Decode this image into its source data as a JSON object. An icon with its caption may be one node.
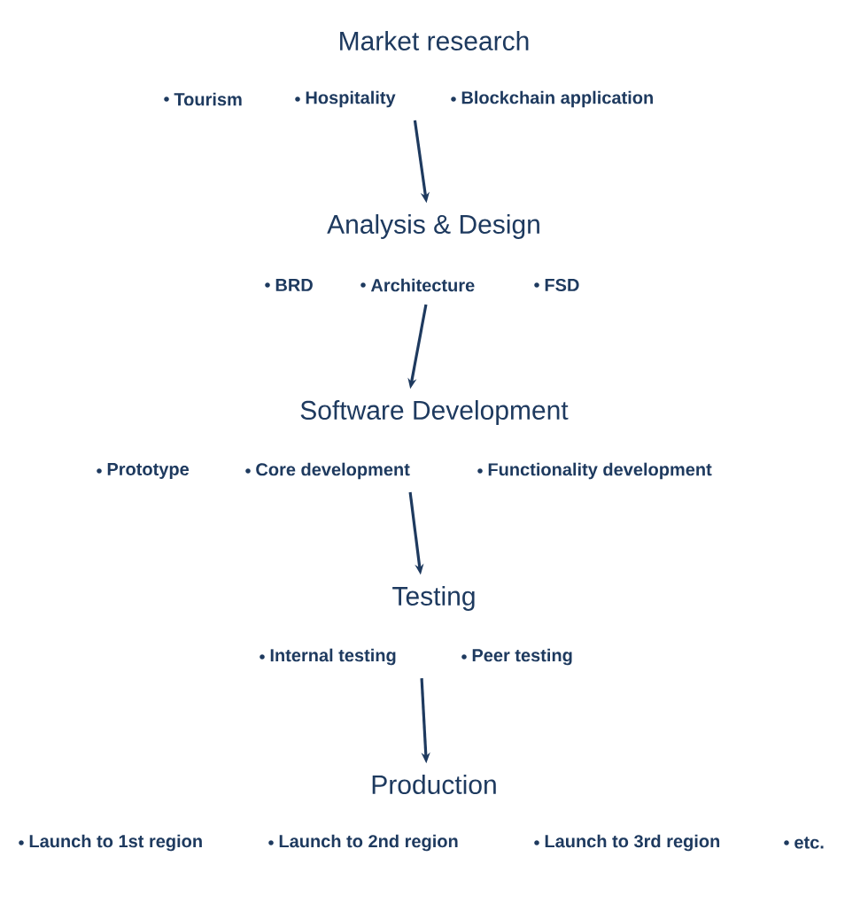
{
  "diagram": {
    "nodes": [
      {
        "text": [
          "Market research",
          "Tourism",
          "Hospitality",
          "Blockchain application"
        ]
      },
      {
        "text": [
          "Analysis & Design",
          "BRD",
          "Architecture",
          "FSD"
        ]
      },
      {
        "text": [
          "Software Development",
          "Prototype",
          "Core development",
          "Functionality development"
        ]
      },
      {
        "text": [
          "Testing",
          "Internal testing",
          "Peer testing"
        ]
      },
      {
        "text": [
          "Production",
          "Launch to 1st region",
          "Launch to 2nd region",
          "Launch to 3rd region",
          "etc."
        ]
      }
    ],
    "edges": [
      {
        "from": 0,
        "to": 1,
        "arrow": "to"
      },
      {
        "from": 1,
        "to": 2,
        "arrow": "to"
      },
      {
        "from": 2,
        "to": 3,
        "arrow": "to"
      },
      {
        "from": 3,
        "to": 4,
        "arrow": "to"
      }
    ]
  }
}
